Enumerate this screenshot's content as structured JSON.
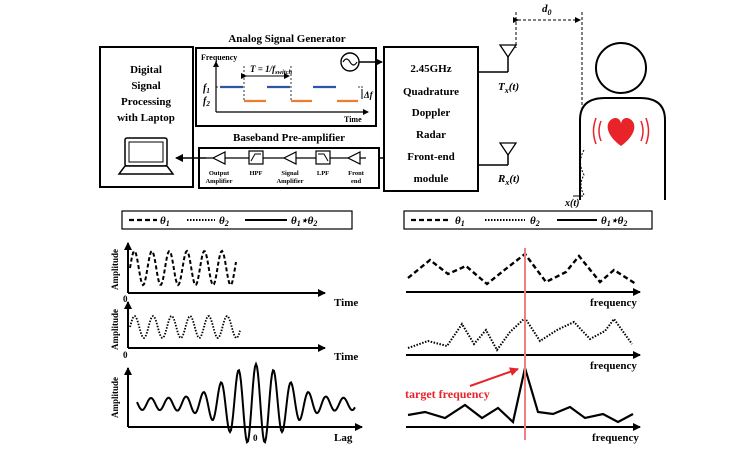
{
  "top": {
    "dsp_lines": [
      "Digital",
      "Signal",
      "Processing",
      "with Laptop"
    ],
    "asg_title": "Analog Signal Generator",
    "asg_ylabel": "Frequency",
    "asg_xlabel": "Time",
    "asg_period": "T = 1/f",
    "asg_period_sub": "switch",
    "asg_f1": "f",
    "asg_f1_sub": "1",
    "asg_f2": "f",
    "asg_f2_sub": "2",
    "asg_delta": "Δf",
    "bpa_title": "Baseband Pre-amplifier",
    "chain_labels": [
      "Output",
      "Amplifier",
      "HPF",
      "Signal",
      "Amplifier",
      "LPF",
      "Front",
      "end"
    ],
    "radar_lines": [
      "2.45GHz",
      "Quadrature",
      "Doppler",
      "Radar",
      "Front-end",
      "module"
    ],
    "tx_label": "T",
    "tx_sub": "x",
    "tx_arg": "(t)",
    "rx_label": "R",
    "rx_sub": "x",
    "rx_arg": "(t)",
    "d0_label": "d",
    "d0_sub": "0",
    "xt_label": "x(t)"
  },
  "legend_left": {
    "a": "θ",
    "a_sub": "1",
    "b": "θ",
    "b_sub": "2",
    "c": "θ",
    "c_sub": "1",
    "c_star": "⋆θ",
    "c_sub2": "2"
  },
  "legend_right": {
    "a": "θ",
    "a_sub": "1",
    "b": "θ",
    "b_sub": "2",
    "c": "θ",
    "c_sub": "1",
    "c_star": "⋆θ",
    "c_sub2": "2"
  },
  "left_plots": {
    "ylabel": "Amplitude",
    "x1": "Time",
    "x2": "Time",
    "x3": "Lag",
    "zero": "0"
  },
  "right_plots": {
    "x1": "frequency",
    "x2": "frequency",
    "x3": "frequency",
    "target": "target frequency"
  },
  "colors": {
    "signal_blue": "#2e55a7",
    "signal_orange": "#ed7d31",
    "heart": "#e8232a",
    "target": "#e8232a",
    "marker": "#f08080"
  }
}
